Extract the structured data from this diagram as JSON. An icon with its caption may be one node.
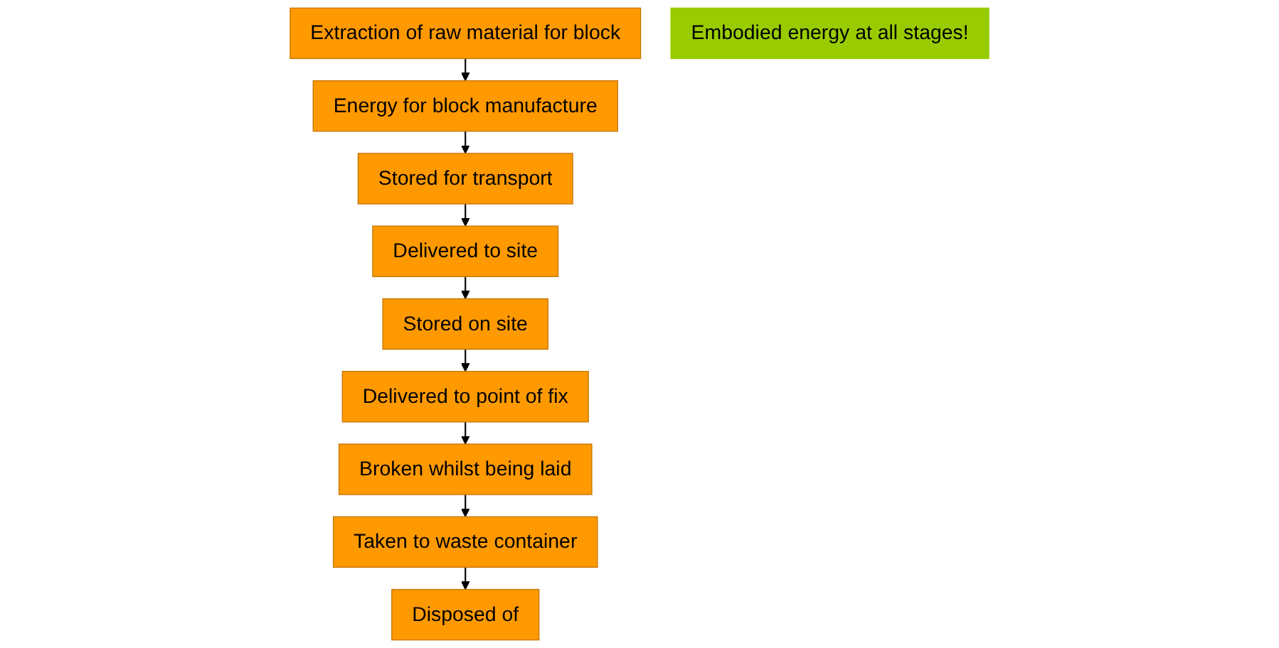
{
  "diagram": {
    "nodes": [
      {
        "text": [
          "Extraction of raw material for block"
        ]
      },
      {
        "text": [
          "Energy for block manufacture"
        ]
      },
      {
        "text": [
          "Stored for transport"
        ]
      },
      {
        "text": [
          "Delivered to site"
        ]
      },
      {
        "text": [
          "Stored on site"
        ]
      },
      {
        "text": [
          "Delivered to point of fix"
        ]
      },
      {
        "text": [
          "Broken whilst being laid"
        ]
      },
      {
        "text": [
          "Taken to waste container"
        ]
      },
      {
        "text": [
          "Disposed of"
        ]
      },
      {
        "text": [
          "Embodied energy at all stages!"
        ]
      }
    ],
    "edges": [
      {
        "from": 0,
        "to": 1,
        "arrow": "to"
      },
      {
        "from": 1,
        "to": 2,
        "arrow": "to"
      },
      {
        "from": 2,
        "to": 3,
        "arrow": "to"
      },
      {
        "from": 3,
        "to": 4,
        "arrow": "to"
      },
      {
        "from": 4,
        "to": 5,
        "arrow": "to"
      },
      {
        "from": 5,
        "to": 6,
        "arrow": "to"
      },
      {
        "from": 6,
        "to": 7,
        "arrow": "to"
      },
      {
        "from": 7,
        "to": 8,
        "arrow": "to"
      }
    ]
  }
}
